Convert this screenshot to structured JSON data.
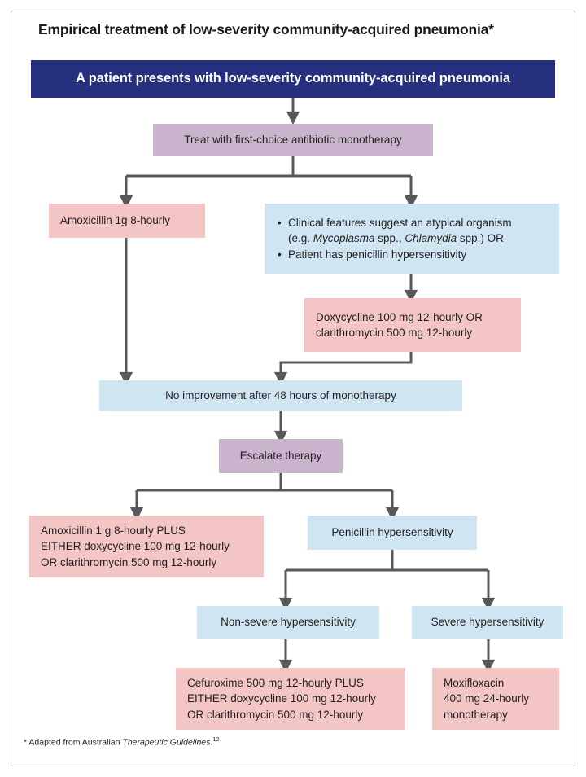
{
  "figure": {
    "title": "Empirical treatment of low-severity community-acquired pneumonia*",
    "footnote_prefix": "* Adapted from Australian ",
    "footnote_italic": "Therapeutic Guidelines",
    "footnote_suffix": ".",
    "footnote_ref": "12"
  },
  "colors": {
    "header": "#26307e",
    "decision": "#c9b3cd",
    "treatment": "#f3c5c5",
    "condition": "#cfe6f2",
    "connector": "#58585b",
    "frame": "#cfcfcf",
    "text": "#231f20"
  },
  "nodes": {
    "start": {
      "label": "A patient presents with low-severity community-acquired pneumonia",
      "type": "header"
    },
    "first_choice": {
      "label": "Treat with first-choice antibiotic monotherapy",
      "type": "decision"
    },
    "amoxicillin": {
      "label": "Amoxicillin 1g 8-hourly",
      "type": "treatment"
    },
    "atypical": {
      "type": "condition",
      "bullet1_a": "Clinical features suggest an atypical organism",
      "bullet1_b_pre": "(e.g. ",
      "bullet1_b_italic1": "Mycoplasma",
      "bullet1_b_mid": " spp., ",
      "bullet1_b_italic2": "Chlamydia",
      "bullet1_b_post": " spp.) OR",
      "bullet2": "Patient has penicillin hypersensitivity"
    },
    "doxy_clarithro": {
      "type": "treatment",
      "line1": "Doxycycline 100 mg 12-hourly OR",
      "line2": "clarithromycin 500 mg 12-hourly"
    },
    "no_improvement": {
      "label": "No improvement after 48 hours of monotherapy",
      "type": "condition"
    },
    "escalate": {
      "label": "Escalate therapy",
      "type": "decision"
    },
    "amox_combo": {
      "type": "treatment",
      "line1": "Amoxicillin 1 g 8-hourly PLUS",
      "line2": "EITHER doxycycline 100 mg 12-hourly",
      "line3": "OR clarithromycin 500 mg 12-hourly"
    },
    "penicillin_hypersensitivity": {
      "label": "Penicillin hypersensitivity",
      "type": "condition"
    },
    "non_severe": {
      "label": "Non-severe hypersensitivity",
      "type": "condition"
    },
    "severe": {
      "label": "Severe hypersensitivity",
      "type": "condition"
    },
    "cefuroxime_combo": {
      "type": "treatment",
      "line1": "Cefuroxime 500 mg 12-hourly PLUS",
      "line2": "EITHER doxycycline 100 mg 12-hourly",
      "line3": "OR clarithromycin 500 mg 12-hourly"
    },
    "moxifloxacin": {
      "type": "treatment",
      "line1": "Moxifloxacin",
      "line2": "400 mg 24-hourly",
      "line3": "monotherapy"
    }
  }
}
